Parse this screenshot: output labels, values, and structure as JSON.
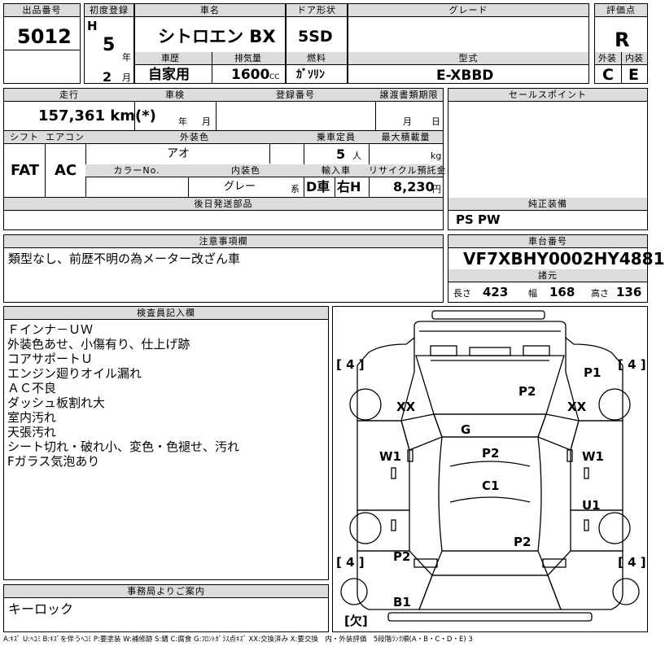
{
  "header": {
    "lot_label": "出品番号",
    "lot_no": "5012",
    "first_reg_label": "初度登録",
    "era": "H",
    "year": "5",
    "year_unit": "年",
    "month": "2",
    "month_unit": "月",
    "car_name_label": "車名",
    "car_name": "シトロエン BX",
    "history_label": "車歴",
    "history": "自家用",
    "displacement_label": "排気量",
    "displacement": "1600",
    "displacement_unit": "CC",
    "doors_label": "ドア形状",
    "doors": "5SD",
    "fuel_label": "燃料",
    "fuel": "ｶﾞｿﾘﾝ",
    "grade_label": "グレード",
    "grade": "",
    "model_label": "型式",
    "model": "E-XBBD",
    "score_label": "評価点",
    "score": "R",
    "ext_label": "外装",
    "ext": "C",
    "int_label": "内装",
    "int": "E"
  },
  "row2": {
    "mileage_label": "走行",
    "mileage": "157,361 km(*)",
    "inspection_label": "車検",
    "year_unit": "年",
    "month_unit": "月",
    "reg_label": "登録番号",
    "reg": "",
    "transfer_label": "譲渡書類期限",
    "transfer_month_unit": "月",
    "transfer_day_unit": "日",
    "sales_label": "セールスポイント",
    "sales": ""
  },
  "row3": {
    "shift_label": "シフト",
    "shift": "FAT",
    "ac_label": "エアコン",
    "ac": "AC",
    "ext_color_label": "外装色",
    "ext_color": "アオ",
    "capacity_label": "乗車定員",
    "capacity": "5",
    "capacity_unit": "人",
    "max_load_label": "最大積載量",
    "max_load_unit": "kg",
    "color_no_label": "カラーNo.",
    "int_color_label": "内装色",
    "int_color": "グレー",
    "int_color_suffix": "系",
    "import_label": "輸入車",
    "import_value": "D車",
    "handle": "右H",
    "recycle_label": "リサイクル預託金",
    "recycle": "8,230",
    "recycle_unit": "円"
  },
  "row4": {
    "later_parts_label": "後日発送部品",
    "later_parts": "",
    "equipment_label": "純正装備",
    "equipment": "PS PW"
  },
  "row5": {
    "notes_label": "注意事項欄",
    "notes": "類型なし、前歴不明の為メーター改ざん車",
    "chassis_label": "車台番号",
    "chassis": "VF7XBHY0002HY4881",
    "dims_label": "諸元",
    "length_label": "長さ",
    "length": "423",
    "width_label": "幅",
    "width": "168",
    "height_label": "高さ",
    "height": "136"
  },
  "inspector": {
    "label": "検査員記入欄",
    "lines": [
      "Ｆインナ－ＵＷ",
      "外装色あせ、小傷有り、仕上げ跡",
      "コアサポートＵ",
      "エンジン廻りオイル漏れ",
      "ＡＣ不良",
      "ダッシュ板割れ大",
      "室内汚れ",
      "天張汚れ",
      "シート切れ・破れ小、変色・色褪せ、汚れ",
      "Fガラス気泡あり"
    ]
  },
  "diagram": {
    "marks": {
      "tyre_fl": "[ 4 ]",
      "tyre_fr": "[ 4 ]",
      "tyre_rl": "[ 4 ]",
      "tyre_rr": "[ 4 ]",
      "p1": "P1",
      "p2_hood": "P2",
      "xx_left": "XX",
      "xx_right": "XX",
      "g": "G",
      "p2_center": "P2",
      "w1_left": "W1",
      "w1_right": "W1",
      "c1": "C1",
      "u1": "U1",
      "p2_rear": "P2",
      "p2_rear_left": "P2",
      "b1": "B1",
      "missing": "[欠]"
    }
  },
  "office": {
    "label": "事務局よりご案内",
    "text": "キーロック"
  },
  "legend": "A:ｷｽﾞ U:ﾍｺﾐ B:ｷｽﾞを伴うﾍｺﾐ P:要塗装 W:補修跡 S:錆 C:腐食 G:ﾌﾛﾝﾄｶﾞﾗｽ点ｷｽﾞ XX:交換済み X:要交換　内・外装評価　5段階ﾗﾝｸ順(A・B・C・D・E) 3"
}
